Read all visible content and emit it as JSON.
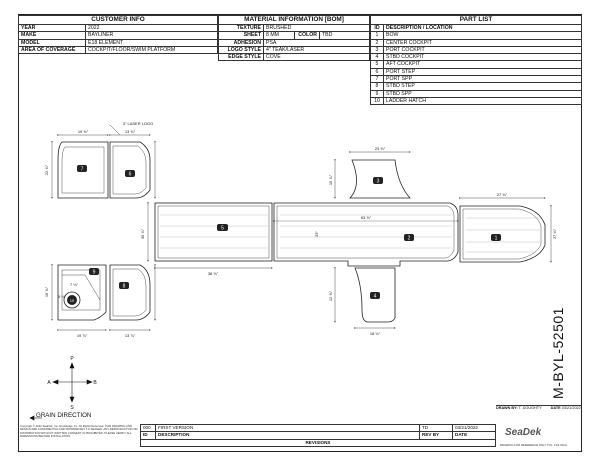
{
  "customer": {
    "title": "CUSTOMER INFO",
    "rows": [
      {
        "label": "YEAR",
        "value": "2022"
      },
      {
        "label": "MAKE",
        "value": "BAYLINER"
      },
      {
        "label": "MODEL",
        "value": "E18 ELEMENT"
      },
      {
        "label": "AREA OF COVERAGE",
        "value": "COCKPIT/FLOOR/SWIM PLATFORM"
      }
    ]
  },
  "material": {
    "title": "MATERIAL INFORMATION [BOM]",
    "rows": [
      {
        "label": "TEXTURE",
        "value": "BRUSHED"
      },
      {
        "label": "SHEET",
        "value": "8 MM",
        "label2": "COLOR",
        "value2": "TBD"
      },
      {
        "label": "ADHESION",
        "value": "PSA"
      },
      {
        "label": "LOGO STYLE",
        "value": "4\" TEAK/LASER"
      },
      {
        "label": "EDGE STYLE",
        "value": "COVE"
      }
    ]
  },
  "parts": {
    "title": "PART LIST",
    "id_header": "ID",
    "desc_header": "DESCRIPTION / LOCATION",
    "items": [
      {
        "id": "1",
        "desc": "BOW"
      },
      {
        "id": "2",
        "desc": "CENTER COCKPIT"
      },
      {
        "id": "3",
        "desc": "PORT COCKPIT"
      },
      {
        "id": "4",
        "desc": "STBD COCKPIT"
      },
      {
        "id": "5",
        "desc": "AFT COCKPIT"
      },
      {
        "id": "6",
        "desc": "PORT STEP"
      },
      {
        "id": "7",
        "desc": "PORT SPP"
      },
      {
        "id": "8",
        "desc": "STBD STEP"
      },
      {
        "id": "9",
        "desc": "STBD SPP"
      },
      {
        "id": "10",
        "desc": "LADDER HATCH"
      }
    ]
  },
  "dims": {
    "d1": "19 ⅝\"",
    "d2": "13 ⅝\"",
    "d3": "23 ⅝\"",
    "d4": "27 ⅜\"",
    "d5": "38 ⅝\"",
    "d6": "63 ⅝\"",
    "d7": "19 ⅞\"",
    "d8": "13 ⅞\"",
    "d9": "18 ⅛\"",
    "d10": "30 ⅛\"",
    "d11": "15 ⅞\"",
    "d12": "12 ⅜\"",
    "d13": "27 ⅝\"",
    "d14": "22 ⅞\"",
    "d15": "33\"",
    "d16": "19 ⅝\"",
    "d17": "7 ⅛\"",
    "d18": "5 ⅛\""
  },
  "logo_callout": "3\" LASER LOGO",
  "compass": {
    "p": "P",
    "s": "S",
    "a": "A",
    "b": "B"
  },
  "grain": "GRAIN DIRECTION",
  "part_number": "M-BYL-52501",
  "revisions": {
    "rows": [
      {
        "id": "000",
        "desc": "FIRST VERSION",
        "rev": "TD",
        "date": "03/21/2022"
      }
    ],
    "id_label": "ID",
    "desc_label": "DESCRIPTION",
    "rev_label": "REV BY",
    "date_label": "DATE",
    "title": "REVISIONS"
  },
  "drawn_by": {
    "label": "DRAWN BY:",
    "value": "T. DOUGHTY",
    "date_label": "DATE",
    "date": "03/21/2022"
  },
  "logo": "SeaDek",
  "footnote_right": "DRAWING FOR REFERENCE ONLY   TOL. ±1/2 INCH",
  "footnote_left": "Copyright © 2022 SeaDek, Inc. Rockledge, FL. All Rights Reserved. THIS DRAWING AND DESIGN ARE CONFIDENTIAL AND PROPRIETARY TO SEADEK. ANY REPRODUCTION OR DISTRIBUTION WITHOUT WRITTEN CONSENT IS PROHIBITED. PLEASE VERIFY ALL DIMENSIONS BEFORE INSTALLATION."
}
